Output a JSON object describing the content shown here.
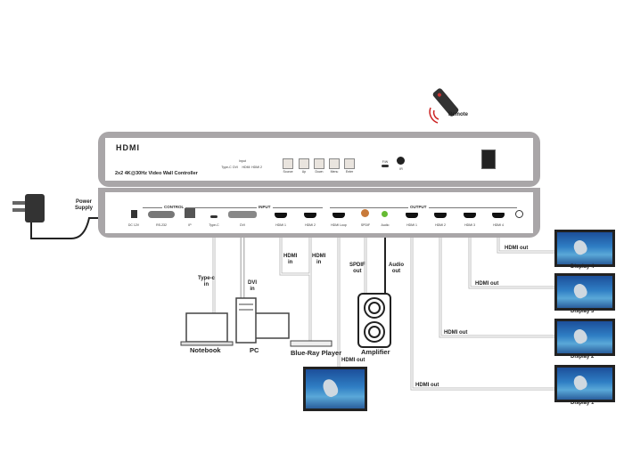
{
  "device": {
    "logo": "HDMI",
    "title": "2x2 4K@30Hz Video Wall Controller",
    "indicator_header": "Input",
    "indicators": [
      "Type-C",
      "DVI",
      "HDMI",
      "HDMI 2"
    ],
    "buttons": [
      "Source",
      "Up",
      "Down",
      "Menu",
      "Enter"
    ],
    "ir_label": "IR",
    "fw_label": "F/W"
  },
  "sections": {
    "control": "CONTROL",
    "input": "INPUT",
    "output": "OUTPUT"
  },
  "ports": [
    "DC 12V",
    "RS-232",
    "IP",
    "Type-C",
    "DVI",
    "HDMI 1",
    "HDMI 2",
    "HDMI Loop",
    "SPDIF",
    "Audio",
    "HDMI 1",
    "HDMI 2",
    "HDMI 3",
    "HDMI 4"
  ],
  "labels": {
    "remote": "Remote",
    "power": "Power\nSupply",
    "typec": "Type-c\nin",
    "dvi": "DVI\nin",
    "hdmi_in1": "HDMI\nin",
    "hdmi_in2": "HDMI\nin",
    "spdif": "SPDIF\nout",
    "audio": "Audio\nout",
    "hdmi_out_loop": "HDMI out",
    "hdmi_out1": "HDMI out",
    "hdmi_out2": "HDMI out",
    "hdmi_out3": "HDMI out",
    "hdmi_out4": "HDMI out"
  },
  "devices": {
    "notebook": "Notebook",
    "pc": "PC",
    "bluray": "Blue-Ray Player",
    "amplifier": "Amplifier",
    "display1": "Display 1",
    "display2": "Display 2",
    "display3": "Display 3",
    "display4": "Display 4"
  }
}
